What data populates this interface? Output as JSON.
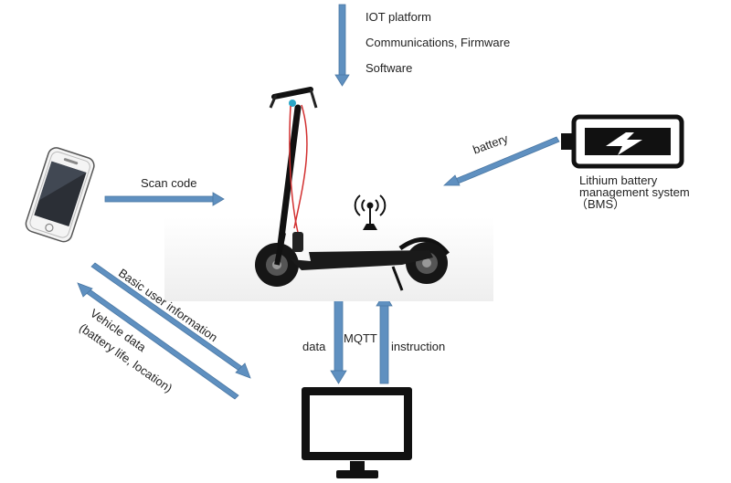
{
  "iot": {
    "line1": "IOT platform",
    "line2": "Communications, Firmware",
    "line3": "Software"
  },
  "phone": {
    "scan_label": "Scan code"
  },
  "battery": {
    "arrow_label": "battery",
    "label_line1": "Lithium battery",
    "label_line2": "management system",
    "label_line3": "（BMS）"
  },
  "links": {
    "basic_user_info": "Basic user information",
    "vehicle_data_line1": "Vehicle data",
    "vehicle_data_line2": "(battery life, location)"
  },
  "server": {
    "data_label": "data",
    "mqtt_label": "MQTT",
    "instruction_label": "instruction"
  },
  "colors": {
    "arrow": "#5f90c0",
    "arrow_outline": "#4a77a3",
    "dark": "#111111",
    "scooter_accent": "#d23030"
  },
  "icons": [
    "smartphone-icon",
    "scooter-icon",
    "antenna-icon",
    "battery-icon",
    "lightning-icon",
    "monitor-icon"
  ]
}
